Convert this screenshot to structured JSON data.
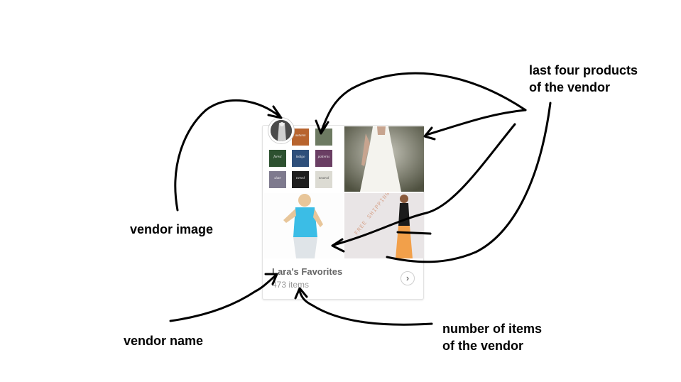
{
  "card": {
    "vendor_name": "Lara's Favorites",
    "item_count": "473 items",
    "next_icon": "chevron-right-icon",
    "products": [
      {
        "kind": "fabric swatches",
        "swatch_labels": [
          "",
          "autumn",
          "",
          "forest",
          "indigo",
          "patterns",
          "slate",
          "tweed",
          "neutral"
        ]
      },
      {
        "kind": "white dress photo"
      },
      {
        "kind": "blue top photo"
      },
      {
        "kind": "orange skirt photo",
        "stamp": "FREE SHIPPING"
      }
    ]
  },
  "annotations": {
    "last_four_line1": "last four products",
    "last_four_line2": "of the vendor",
    "vendor_image": "vendor image",
    "vendor_name": "vendor name",
    "count_line1": "number of items",
    "count_line2": "of the vendor"
  }
}
